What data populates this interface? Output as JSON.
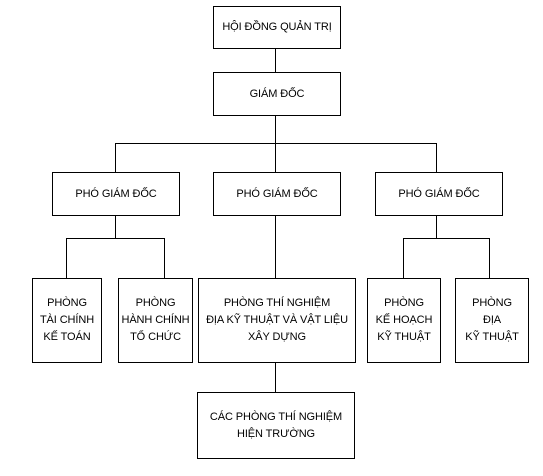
{
  "org_chart": {
    "board": {
      "lines": [
        "HỘI ĐỒNG QUẢN TRỊ"
      ]
    },
    "director": {
      "lines": [
        "GIÁM ĐỐC"
      ]
    },
    "deputies": [
      {
        "lines": [
          "PHÓ GIÁM ĐỐC"
        ]
      },
      {
        "lines": [
          "PHÓ GIÁM ĐỐC"
        ]
      },
      {
        "lines": [
          "PHÓ GIÁM ĐỐC"
        ]
      }
    ],
    "departments": [
      {
        "lines": [
          "PHÒNG",
          "TÀI CHÍNH",
          "KẾ TOÁN"
        ]
      },
      {
        "lines": [
          "PHÒNG",
          "HÀNH CHÍNH",
          "TỔ CHỨC"
        ]
      },
      {
        "lines": [
          "PHÒNG THÍ NGHIỆM",
          "ĐỊA KỸ THUẬT VÀ VẬT LIỆU",
          "XÂY DỰNG"
        ]
      },
      {
        "lines": [
          "PHÒNG",
          "KẾ HOẠCH",
          "KỸ THUẬT"
        ]
      },
      {
        "lines": [
          "PHÒNG",
          "ĐỊA",
          "KỸ THUẬT"
        ]
      }
    ],
    "field_labs": {
      "lines": [
        "CÁC PHÒNG THÍ NGHIỆM",
        "HIỆN TRƯỜNG"
      ]
    }
  }
}
